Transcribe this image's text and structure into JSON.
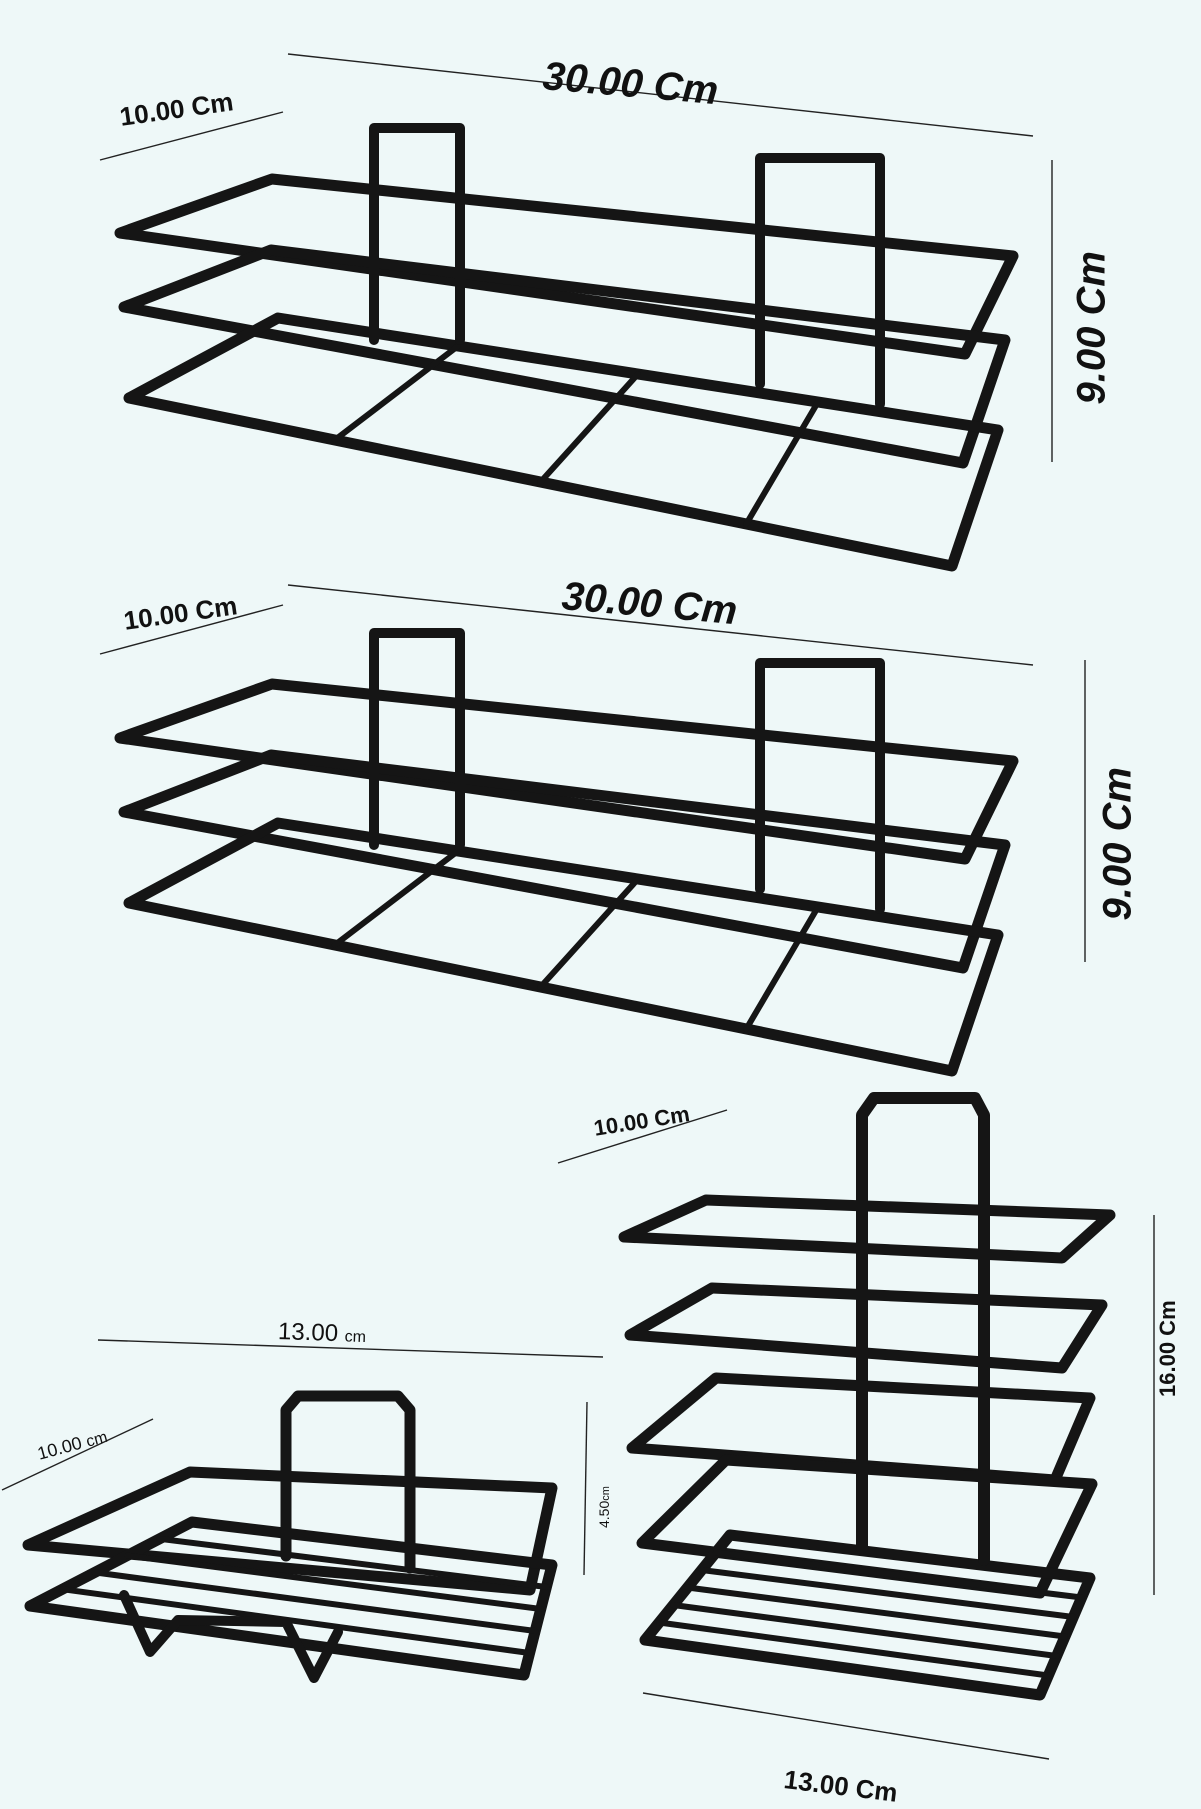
{
  "image": {
    "background": "#eef8f8",
    "wire_color": "#151515",
    "products": [
      {
        "name": "long-shelf-top",
        "type": "rectangular-wire-shelf",
        "tiers": 3,
        "hooks": 2
      },
      {
        "name": "long-shelf-middle",
        "type": "rectangular-wire-shelf",
        "tiers": 3,
        "hooks": 2
      },
      {
        "name": "small-soap-dish",
        "type": "small-wire-basket",
        "tiers": 2,
        "hooks": 1
      },
      {
        "name": "tall-caddy",
        "type": "tall-wire-caddy",
        "tiers": 5,
        "hooks": 1
      }
    ]
  },
  "dimensions": {
    "shelf1_length": {
      "value": "30.00",
      "unit": "Cm"
    },
    "shelf1_depth": {
      "value": "10.00",
      "unit": "Cm"
    },
    "shelf1_height": {
      "value": "9.00",
      "unit": "Cm"
    },
    "shelf2_length": {
      "value": "30.00",
      "unit": "Cm"
    },
    "shelf2_depth": {
      "value": "10.00",
      "unit": "Cm"
    },
    "shelf2_height": {
      "value": "9.00",
      "unit": "Cm"
    },
    "caddy_depth": {
      "value": "10.00",
      "unit": "Cm"
    },
    "caddy_height": {
      "value": "16.00",
      "unit": "Cm"
    },
    "caddy_width": {
      "value": "13.00",
      "unit": "Cm"
    },
    "dish_width": {
      "value": "13.00",
      "unit": "cm"
    },
    "dish_depth": {
      "value": "10.00",
      "unit": "cm"
    },
    "dish_height": {
      "value": "4.50",
      "unit": "cm"
    }
  }
}
